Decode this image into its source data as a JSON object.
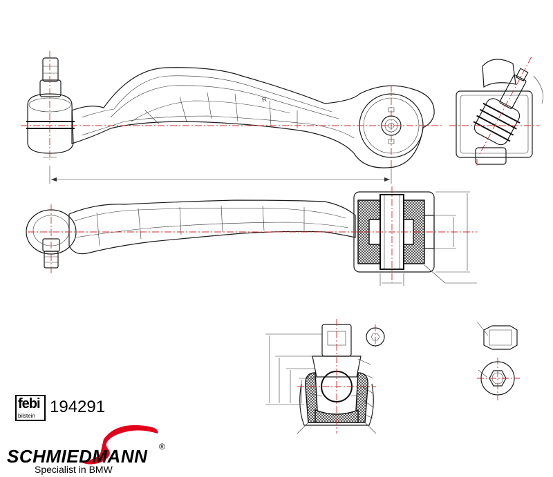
{
  "brand": {
    "box_text": "febi",
    "box_subtext": "bilstein",
    "part_number": "194291"
  },
  "logo": {
    "name": "SCHMIEDMANN",
    "registered": "®",
    "tagline": "Specialist in BMW",
    "swoosh_color": "#e3001b"
  },
  "drawing": {
    "line_color": "#1a1a1a",
    "centerline_color": "#d62828",
    "arm_stamp": "R"
  }
}
